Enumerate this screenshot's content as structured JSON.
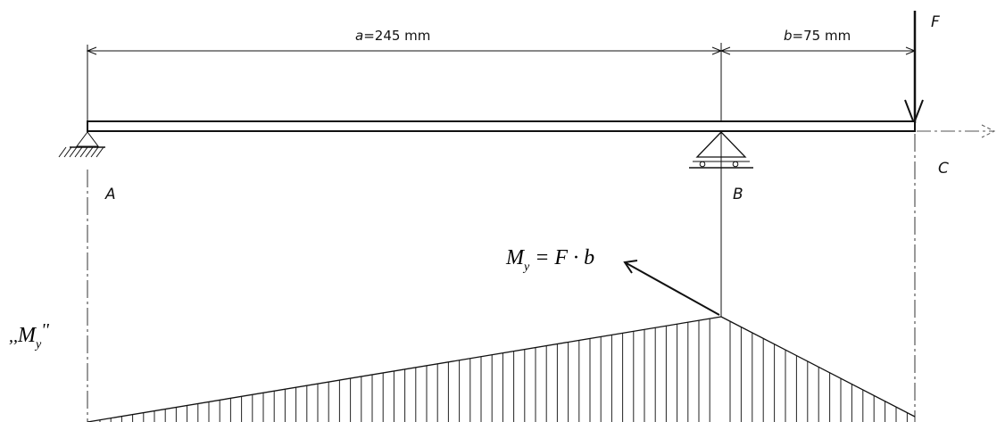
{
  "dimensions": {
    "a": {
      "prefix": "a",
      "value": "=245 mm"
    },
    "b": {
      "prefix": "b",
      "value": "=75 mm"
    }
  },
  "points": {
    "A": "A",
    "B": "B",
    "C": "C"
  },
  "force_label": "F",
  "moment_formula": {
    "M": "M",
    "sub": "y",
    "rest": " = F · b"
  },
  "diagram_label": {
    "open_quote": ",,",
    "M": "M",
    "sub": "y",
    "close_quote": "''"
  }
}
